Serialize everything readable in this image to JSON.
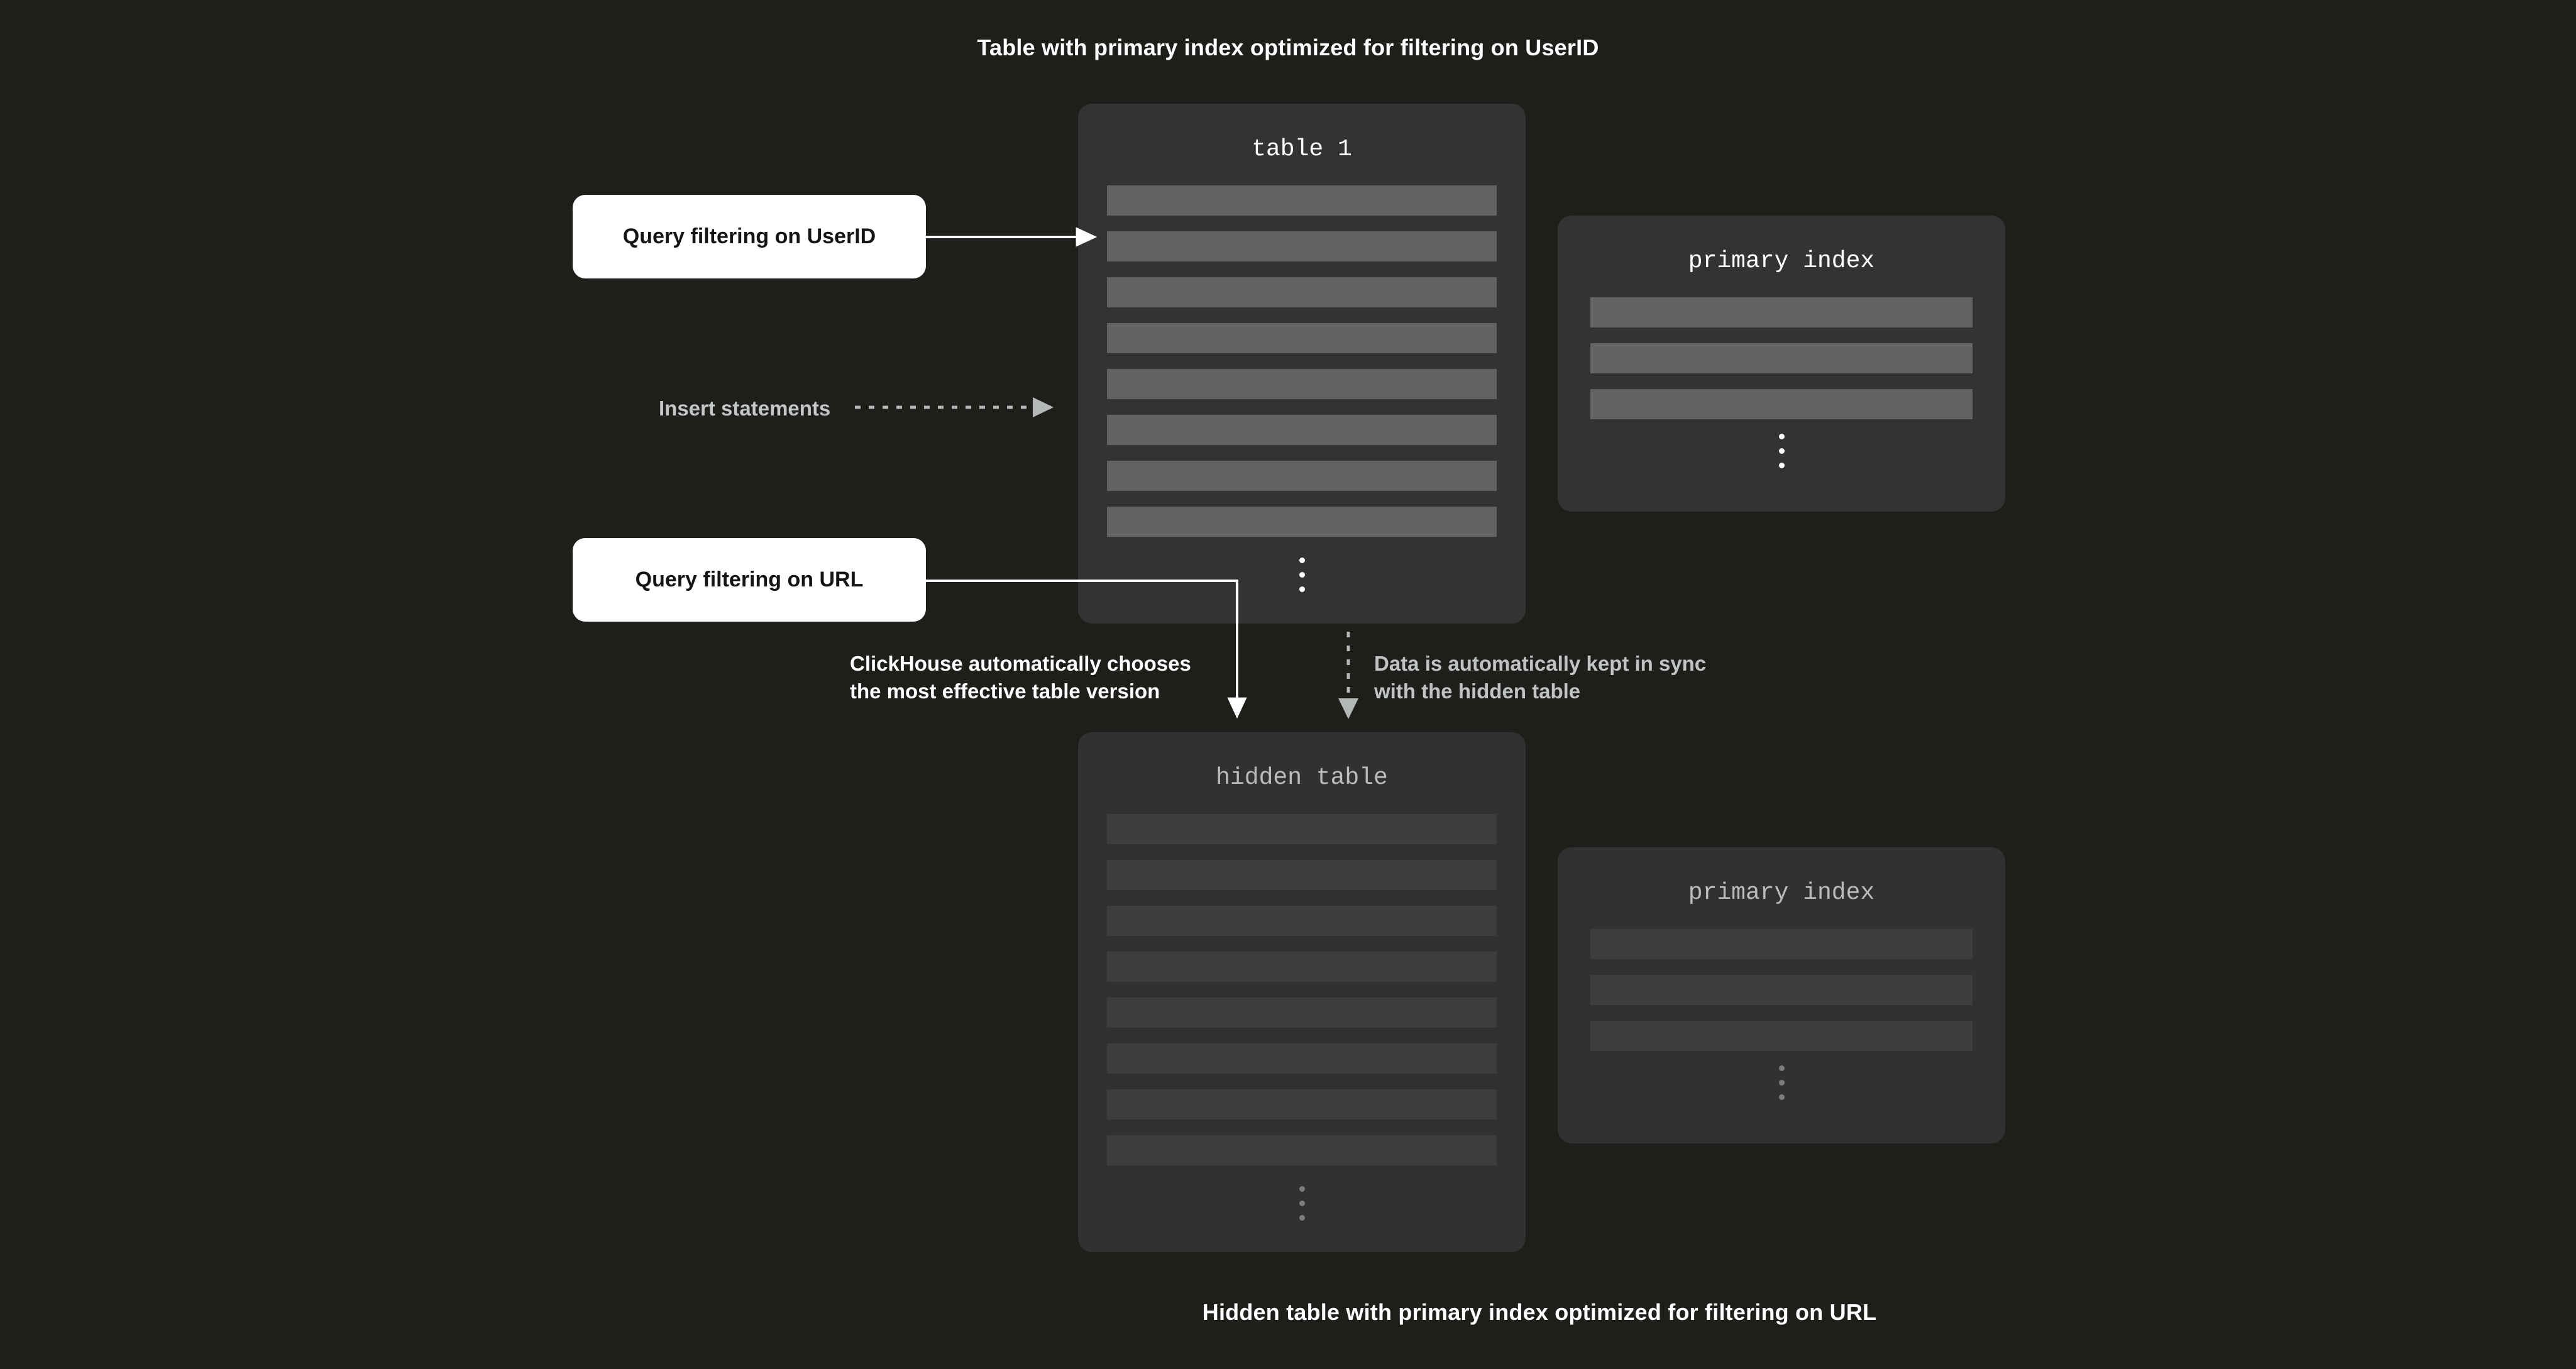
{
  "captions": {
    "top": "Table with primary index optimized for filtering on UserID",
    "bottom": "Hidden table with primary index optimized for filtering on URL"
  },
  "panels": {
    "table1": {
      "title": "table 1",
      "row_count": 8,
      "ellipsis": true,
      "style": "bright"
    },
    "primary_index_top": {
      "title": "primary index",
      "row_count": 3,
      "ellipsis": true,
      "style": "bright"
    },
    "hidden_table": {
      "title": "hidden table",
      "row_count": 8,
      "ellipsis": true,
      "style": "dim"
    },
    "primary_index_bottom": {
      "title": "primary index",
      "row_count": 3,
      "ellipsis": true,
      "style": "dim"
    }
  },
  "callouts": {
    "query_userid": "Query filtering on UserID",
    "query_url": "Query filtering on URL"
  },
  "labels": {
    "insert_statements": "Insert statements",
    "chooses_version": "ClickHouse automatically chooses\nthe most effective table version",
    "kept_in_sync": "Data is automatically kept in sync\nwith the hidden table"
  },
  "icons": {
    "insert_arrow": "dashed-arrow-right-icon",
    "sync_arrow": "dashed-arrow-down-icon",
    "query_userid_arrow": "arrow-right-icon",
    "query_url_arrow": "elbow-arrow-down-icon",
    "table1_ellipsis": "vertical-ellipsis-icon",
    "index_top_ellipsis": "vertical-ellipsis-icon",
    "hidden_table_ellipsis": "vertical-ellipsis-icon",
    "index_bottom_ellipsis": "vertical-ellipsis-icon"
  },
  "colors": {
    "background": "#1e1e1b",
    "panel": "#333333",
    "panel_dim": "#313131",
    "row": "#636363",
    "row_dim": "#3d3d3d",
    "callout_bg": "#ffffff",
    "callout_text": "#151515",
    "text_primary": "#ffffff",
    "text_muted": "#bfc3c4",
    "wire_white": "#ffffff",
    "wire_grey": "#b4b7b8"
  }
}
